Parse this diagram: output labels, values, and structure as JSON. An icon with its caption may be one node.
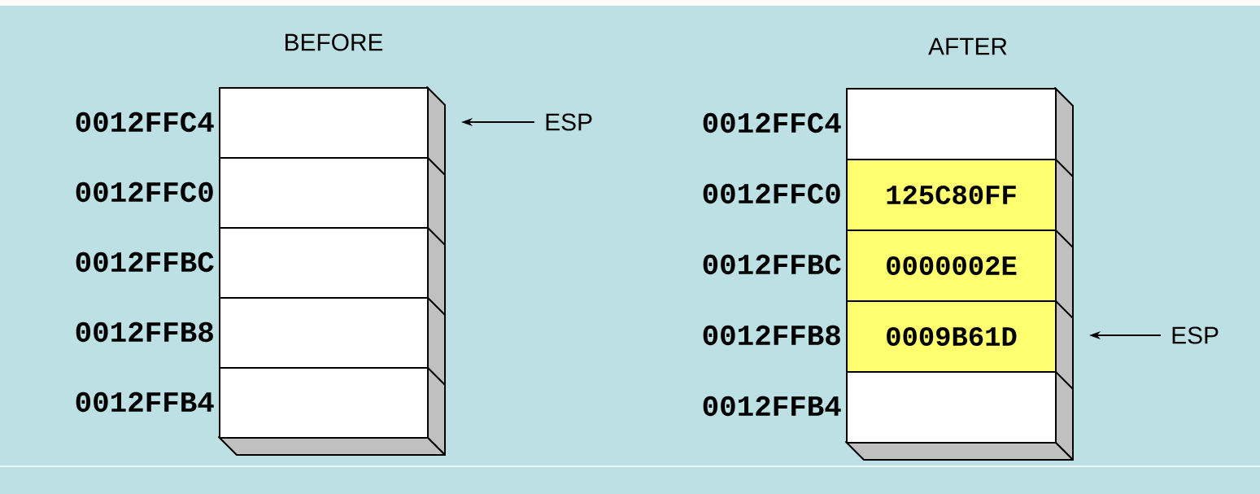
{
  "diagram": {
    "nodes": [
      {
        "text": [
          "BEFORE"
        ]
      },
      {
        "text": [],
        "shape": "box",
        "in": 0,
        "beside": [
          "0012FFC4"
        ]
      },
      {
        "text": [],
        "shape": "box",
        "in": 0,
        "beside": [
          "0012FFC0"
        ]
      },
      {
        "text": [],
        "shape": "box",
        "in": 0,
        "beside": [
          "0012FFBC"
        ]
      },
      {
        "text": [],
        "shape": "box",
        "in": 0,
        "beside": [
          "0012FFB8"
        ]
      },
      {
        "text": [],
        "shape": "box",
        "in": 0,
        "beside": [
          "0012FFB4"
        ]
      },
      {
        "text": [
          "ESP"
        ]
      },
      {
        "text": [
          "AFTER"
        ]
      },
      {
        "text": [],
        "shape": "box",
        "in": 7,
        "beside": [
          "0012FFC4"
        ]
      },
      {
        "text": [
          "125C80FF"
        ],
        "in": 7,
        "beside": [
          "0012FFC0"
        ]
      },
      {
        "text": [
          "0000002E"
        ],
        "in": 7,
        "beside": [
          "0012FFBC"
        ]
      },
      {
        "text": [
          "0009B61D"
        ],
        "in": 7,
        "beside": [
          "0012FFB8"
        ]
      },
      {
        "text": [],
        "shape": "box",
        "in": 7,
        "beside": [
          "0012FFB4"
        ]
      },
      {
        "text": [
          "ESP"
        ]
      }
    ],
    "edges": [
      {
        "from": 6,
        "to": 1,
        "arrow": "to"
      },
      {
        "from": 13,
        "to": 11,
        "arrow": "to"
      }
    ]
  }
}
